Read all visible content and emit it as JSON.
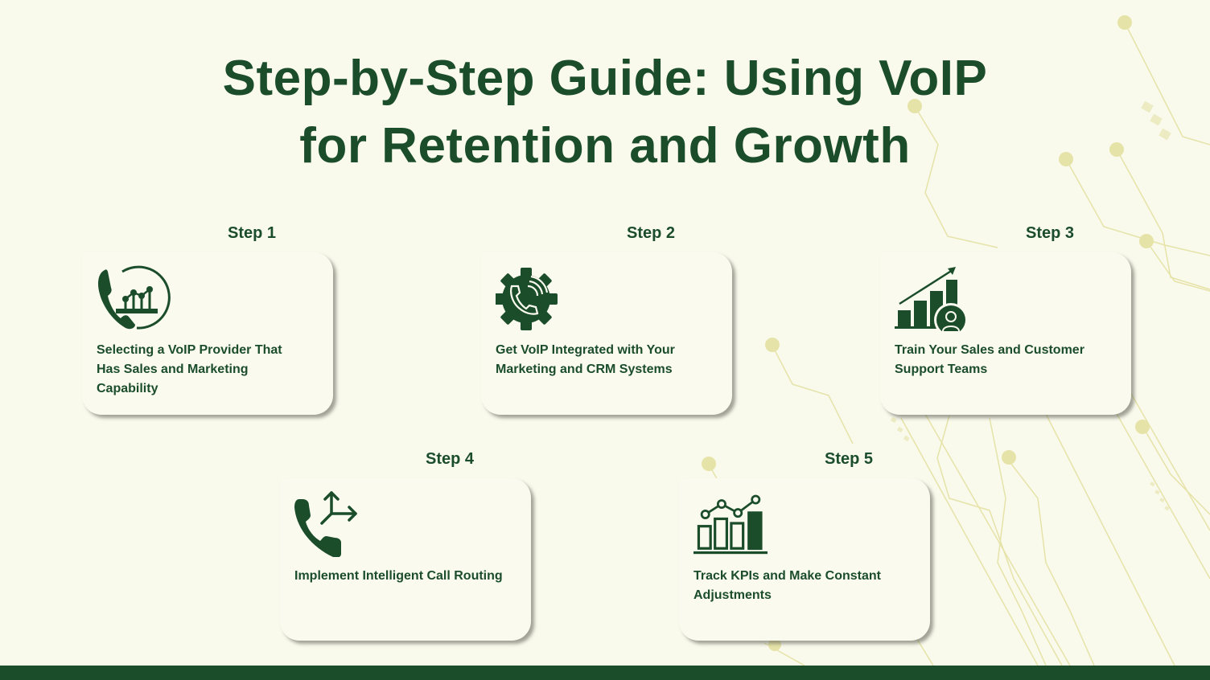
{
  "title": {
    "line1": "Step-by-Step Guide: Using VoIP",
    "line2": "for Retention and Growth"
  },
  "colors": {
    "primary_green": "#1b4d2b",
    "background": "#f9f9ec",
    "card_background": "#fafaee",
    "circuit_accent": "#e6e3a8"
  },
  "steps": [
    {
      "label": "Step 1",
      "description": "Selecting a VoIP Provider That Has Sales and Marketing Capability",
      "icon": "phone-growth-chart-icon"
    },
    {
      "label": "Step 2",
      "description": "Get VoIP Integrated with Your Marketing and CRM Systems",
      "icon": "gear-phone-icon"
    },
    {
      "label": "Step 3",
      "description": "Train Your Sales and Customer Support Teams",
      "icon": "growth-chart-support-agent-icon"
    },
    {
      "label": "Step 4",
      "description": "Implement Intelligent Call Routing",
      "icon": "phone-routing-arrows-icon"
    },
    {
      "label": "Step 5",
      "description": "Track KPIs and Make Constant Adjustments",
      "icon": "kpi-bar-line-chart-icon"
    }
  ]
}
